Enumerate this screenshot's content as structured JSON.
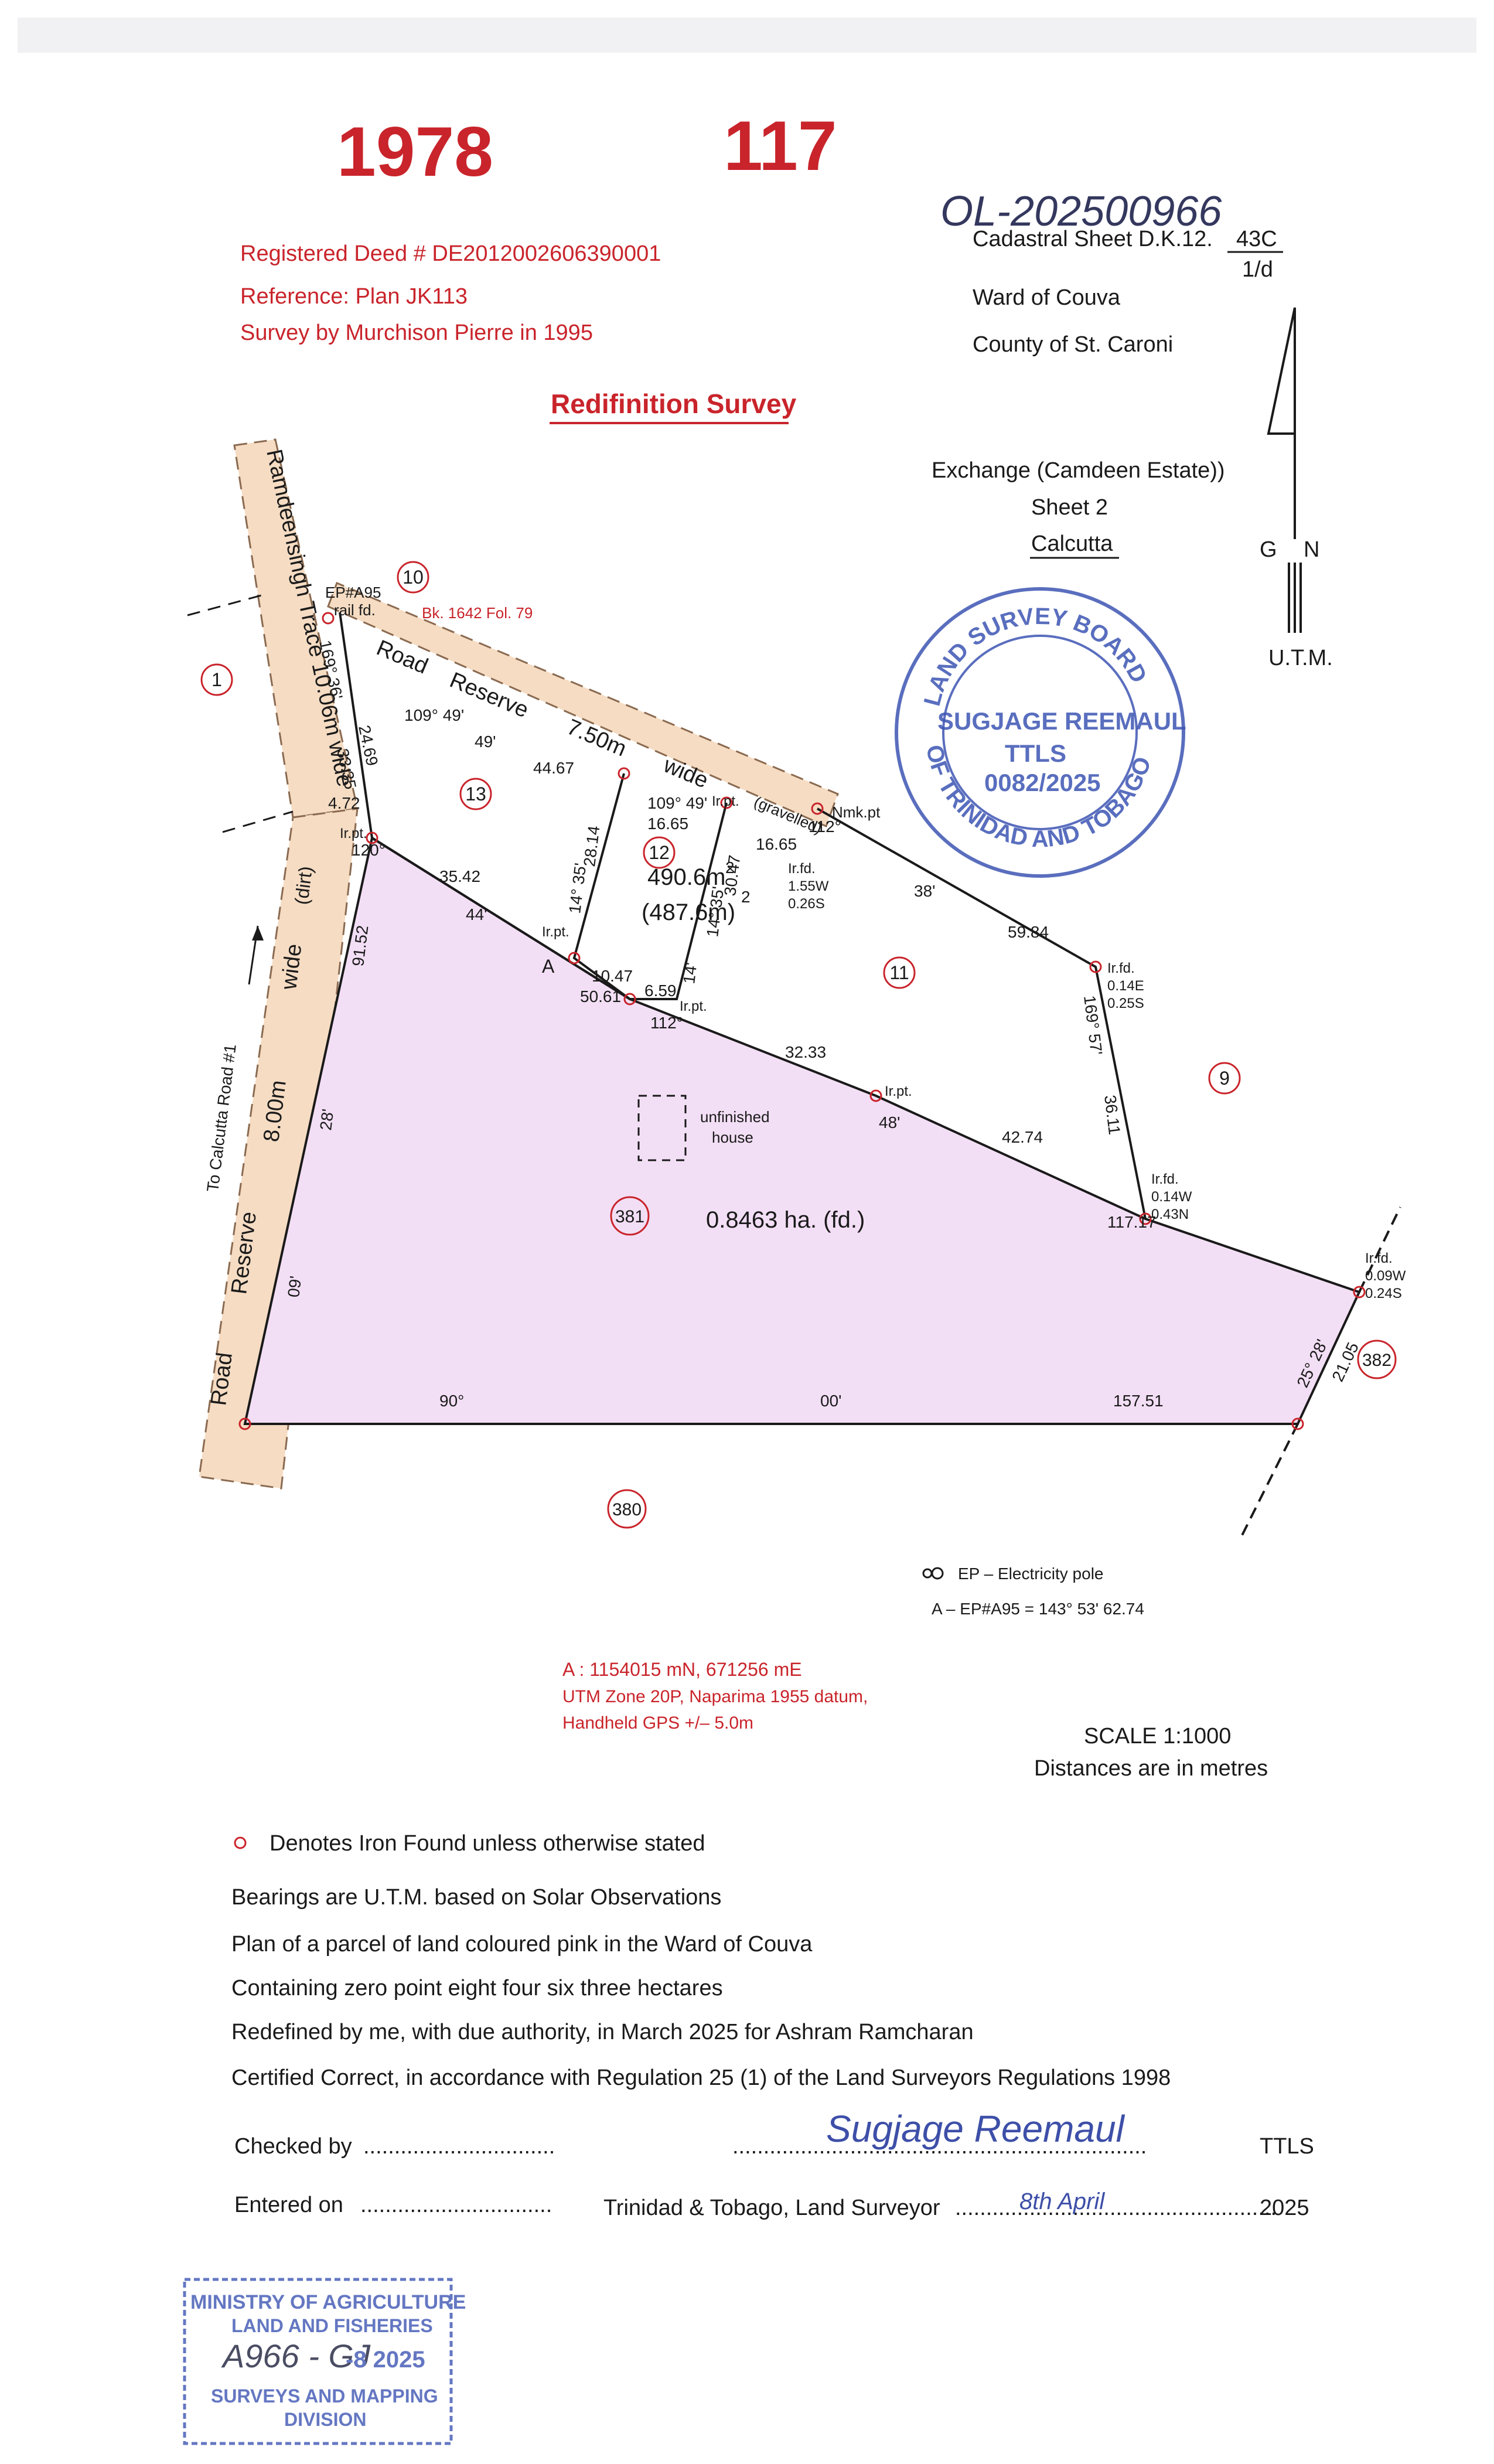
{
  "header": {
    "stamp_number_1": "1978",
    "stamp_number_2": "117",
    "handwritten_ref": "OL-202500966",
    "registered_deed": "Registered Deed # DE2012002606390001",
    "reference": "Reference: Plan JK113",
    "survey_by": "Survey by Murchison Pierre in 1995",
    "title": "Redifinition Survey",
    "cadastral_sheet": "Cadastral Sheet D.K.12.",
    "cadastral_sheet_num": "43C",
    "cadastral_sheet_den": "1/d",
    "ward": "Ward of Couva",
    "county": "County of St. Caroni",
    "exchange": "Exchange (Camdeen Estate))",
    "sheet": "Sheet 2",
    "place": "Calcutta"
  },
  "north_arrow": {
    "g": "G",
    "n": "N",
    "utm": "U.T.M."
  },
  "seal": {
    "ring_top": "LAND SURVEY BOARD",
    "ring_bottom": "OF TRINIDAD AND TOBAGO",
    "name": "SUGJAGE REEMAUL",
    "ttls": "TTLS",
    "number": "0082/2025"
  },
  "map_labels": {
    "road_1": "Ramdeensingh Trace 10.06m wide",
    "road_2_a": "Road",
    "road_2_b": "Reserve",
    "road_2_c": "8.00m",
    "road_2_d": "wide",
    "road_2_e": "(dirt)",
    "road_3_a": "Road",
    "road_3_b": "Reserve",
    "road_3_c": "7.50m",
    "road_3_d": "wide",
    "road_3_e": "(gravelled)",
    "to_calcutta": "To Calcutta Road #1",
    "bk_fol": "Bk. 1642 Fol. 79",
    "ep_rail": "EP#A95",
    "rail_fd": "rail fd.",
    "area_12_a": "490.6m",
    "area_12_b": "(487.6m)",
    "area_381": "0.8463 ha. (fd.)",
    "unfinished_house_1": "unfinished",
    "unfinished_house_2": "house",
    "point_a": "A",
    "nmk_pt": "Nmk.pt",
    "irpt": "Ir.pt.",
    "irfd": "Ir.fd.",
    "irfd_1": "1.55W",
    "irfd_2": "0.26S",
    "irfd_3": "0.14E",
    "irfd_4": "0.25S",
    "irfd_5": "0.14W",
    "irfd_6": "0.43N",
    "irfd_7": "0.09W",
    "irfd_8": "0.24S"
  },
  "parcels": [
    "1",
    "10",
    "13",
    "12",
    "11",
    "9",
    "381",
    "382",
    "380"
  ],
  "dimensions": {
    "d_169_36": "169° 36'",
    "d_24_69": "24.69",
    "d_33_35": "33.35",
    "d_4_72": "4.72",
    "d_109_49": "109° 49'",
    "d_44_67": "44.67",
    "d_28_14": "28.14",
    "d_14_35": "14° 35'",
    "d_109_49b": "109° 49'",
    "d_16_65": "16.65",
    "d_30_47": "30.47",
    "d_14_35b": "14° 35'",
    "d_112": "112°",
    "d_16_65b": "16.65",
    "d_38": "38'",
    "d_59_84": "59.84",
    "d_120": "120°",
    "d_35_42": "35.42",
    "d_44": "44'",
    "d_10_47": "10.47",
    "d_50_61": "50.61",
    "d_6_59": "6.59",
    "d_112b": "112°",
    "d_32_33": "32.33",
    "d_48": "48'",
    "d_42_74": "42.74",
    "d_117_17": "117.17",
    "d_169_57": "169° 57'",
    "d_36_11": "36.11",
    "d_91_52": "91.52",
    "d_28": "28'",
    "d_09": "09'",
    "d_90": "90°",
    "d_00": "00'",
    "d_157_51": "157.51",
    "d_25_28": "25° 28'",
    "d_21_05": "21.05"
  },
  "legend": {
    "ep_symbol": "EP – Electricity pole",
    "bearing_line": "A – EP#A95 = 143°  53'     62.74",
    "coord_1": "A : 1154015 mN,  671256 mE",
    "coord_2": "UTM Zone 20P, Naparima 1955 datum,",
    "coord_3": "Handheld GPS +/– 5.0m",
    "scale": "SCALE   1:1000",
    "distances": "Distances are in metres"
  },
  "notes": {
    "iron_found": "Denotes Iron Found unless otherwise stated",
    "bearings": "Bearings are U.T.M. based on Solar Observations",
    "plan_of": "Plan of a parcel of land coloured pink in the Ward of Couva",
    "containing": "Containing zero point eight four six three hectares",
    "redefined": "Redefined by me, with due authority, in March 2025 for Ashram Ramcharan",
    "certified": "Certified Correct, in accordance with Regulation 25 (1) of the Land Surveyors Regulations 1998"
  },
  "signature_block": {
    "checked_by": "Checked by",
    "checked_dots": "...............................",
    "entered_on": "Entered on",
    "entered_dots": "...............................",
    "sign_dots": "...................................................................",
    "ttls": "TTLS",
    "surveyor": "Trinidad & Tobago, Land Surveyor",
    "surveyor_dots": "....................................................",
    "year": "2025",
    "signature": "Sugjage Reemaul",
    "date_hand": "8th April"
  },
  "ministry_stamp": {
    "line_1": "MINISTRY OF AGRICULTURE",
    "line_2": "LAND AND FISHERIES",
    "handwritten": "A966 - GJ",
    "date": "-8 2025",
    "line_3": "SURVEYS AND MAPPING",
    "line_4": "DIVISION"
  },
  "colors": {
    "pink": "#f3dff5",
    "road": "#f5dcc3",
    "red": "#c9242b",
    "stamp_blue": "#3d55b3"
  }
}
